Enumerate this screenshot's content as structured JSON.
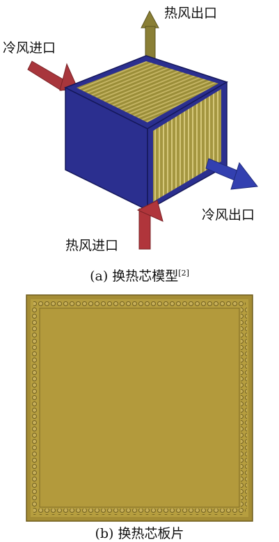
{
  "part_a": {
    "labels": {
      "hot_outlet": "热风出口",
      "cold_inlet": "冷风进口",
      "cold_outlet": "冷风出口",
      "hot_inlet": "热风进口"
    },
    "caption_prefix": "(a) 换热芯模型",
    "caption_ref": "[2]"
  },
  "part_b": {
    "caption": "(b) 换热芯板片"
  },
  "colors": {
    "frame_blue": "#2b2f8f",
    "core_olive": "#a99a3e",
    "hot_arrow": "#8a7f35",
    "cold_inlet_arrow": "#a8363c",
    "cold_outlet_arrow": "#3340b0",
    "hot_inlet_arrow": "#b0353b",
    "plate_gold": "#b69e3f"
  }
}
